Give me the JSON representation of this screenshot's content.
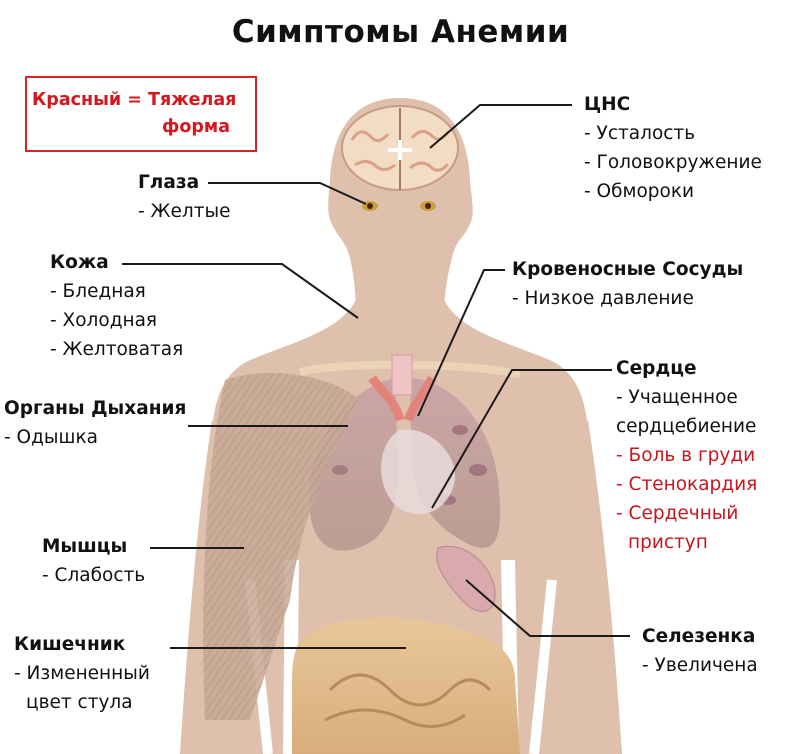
{
  "title": "Симптомы Анемии",
  "legend": {
    "line1": "Красный = Тяжелая",
    "line2": "форма",
    "color": "#d4171e"
  },
  "colors": {
    "skin": "#dfc0ad",
    "severe_text": "#c8161d",
    "normal_text": "#111111",
    "leader_line": "#1a1a1a"
  },
  "labels": {
    "eyes": {
      "title": "Глаза",
      "items": [
        "- Желтые"
      ]
    },
    "skin": {
      "title": "Кожа",
      "items": [
        "- Бледная",
        "- Холодная",
        "- Желтоватая"
      ]
    },
    "breathing": {
      "title": "Органы Дыхания",
      "items": [
        "- Одышка"
      ]
    },
    "muscles": {
      "title": "Мышцы",
      "items": [
        "- Слабость"
      ]
    },
    "intestine": {
      "title": "Кишечник",
      "items": [
        "- Измененный",
        "цвет стула"
      ]
    },
    "cns": {
      "title": "ЦНС",
      "items": [
        "- Усталость",
        "- Головокружение",
        "- Обмороки"
      ]
    },
    "vessels": {
      "title": "Кровеносные Сосуды",
      "items": [
        "- Низкое давление"
      ]
    },
    "heart": {
      "title": "Сердце",
      "items": [
        "- Учащенное",
        "сердцебиение"
      ],
      "severe_items": [
        "- Боль в груди",
        "- Стенокардия",
        "- Сердечный",
        "приступ"
      ]
    },
    "spleen": {
      "title": "Селезенка",
      "items": [
        "- Увеличена"
      ]
    }
  }
}
